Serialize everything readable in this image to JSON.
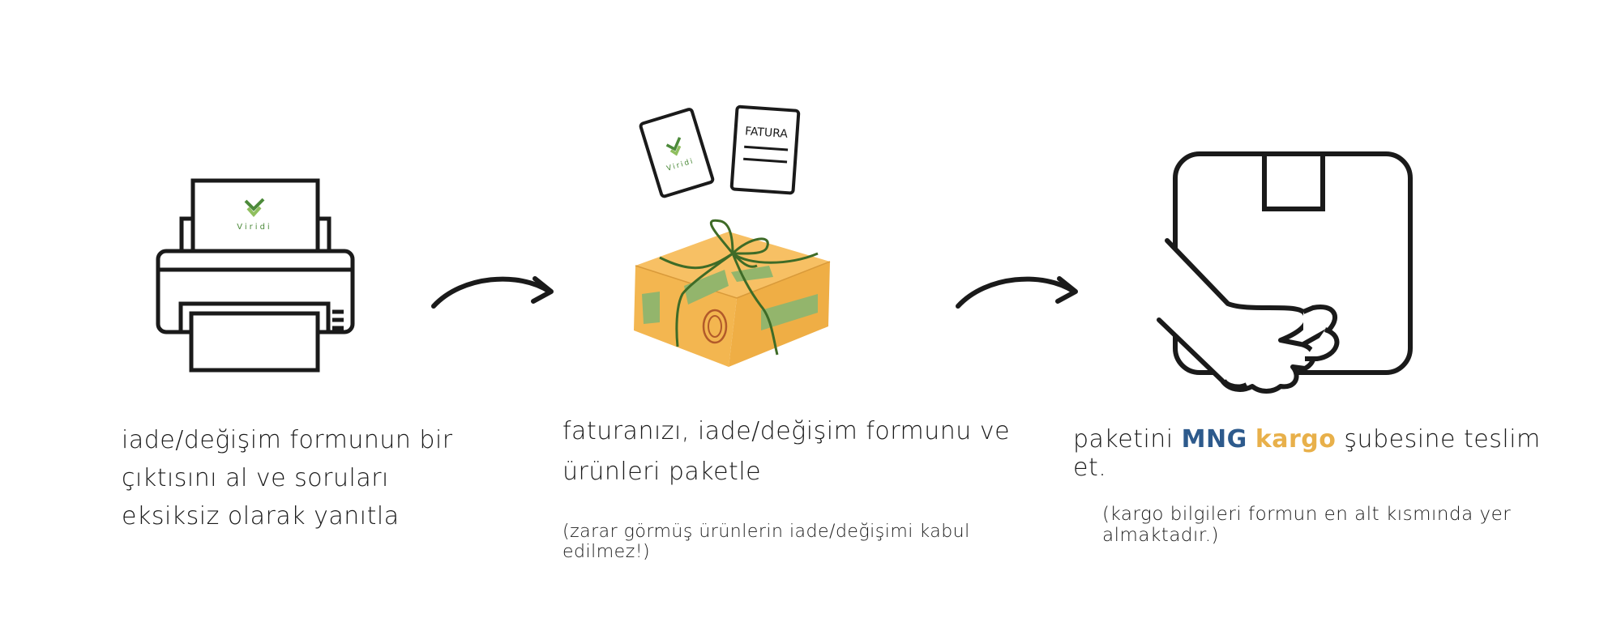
{
  "colors": {
    "stroke": "#1a1a1a",
    "box_fill": "#f3b650",
    "tape": "#93b56c",
    "ribbon": "#3e6b27",
    "logo_green": "#4c8a3a",
    "mng_blue": "#2d5a8c",
    "kargo_orange": "#e8b04a"
  },
  "step1": {
    "printer_paper_brand": "Viridi",
    "line1": "iade/değişim formunun bir",
    "line2": "çıktısını al ve soruları",
    "line3": "eksiksiz olarak yanıtla"
  },
  "step2": {
    "card_brand": "Viridi",
    "invoice_title": "FATURA",
    "line1": "faturanızı, iade/değişim formunu ve",
    "line2": "ürünleri paketle",
    "note": "(zarar görmüş ürünlerin iade/değişimi kabul edilmez!)"
  },
  "step3": {
    "text_before": "paketini ",
    "carrier_part1": "MNG",
    "carrier_space": " ",
    "carrier_part2": "kargo",
    "text_after": " şubesine teslim et.",
    "note": "(kargo bilgileri formun en alt kısmında yer almaktadır.)"
  },
  "icons": [
    "printer-icon",
    "arrow-right-icon",
    "gift-box-icon",
    "arrow-right-icon",
    "hand-holding-box-icon"
  ]
}
